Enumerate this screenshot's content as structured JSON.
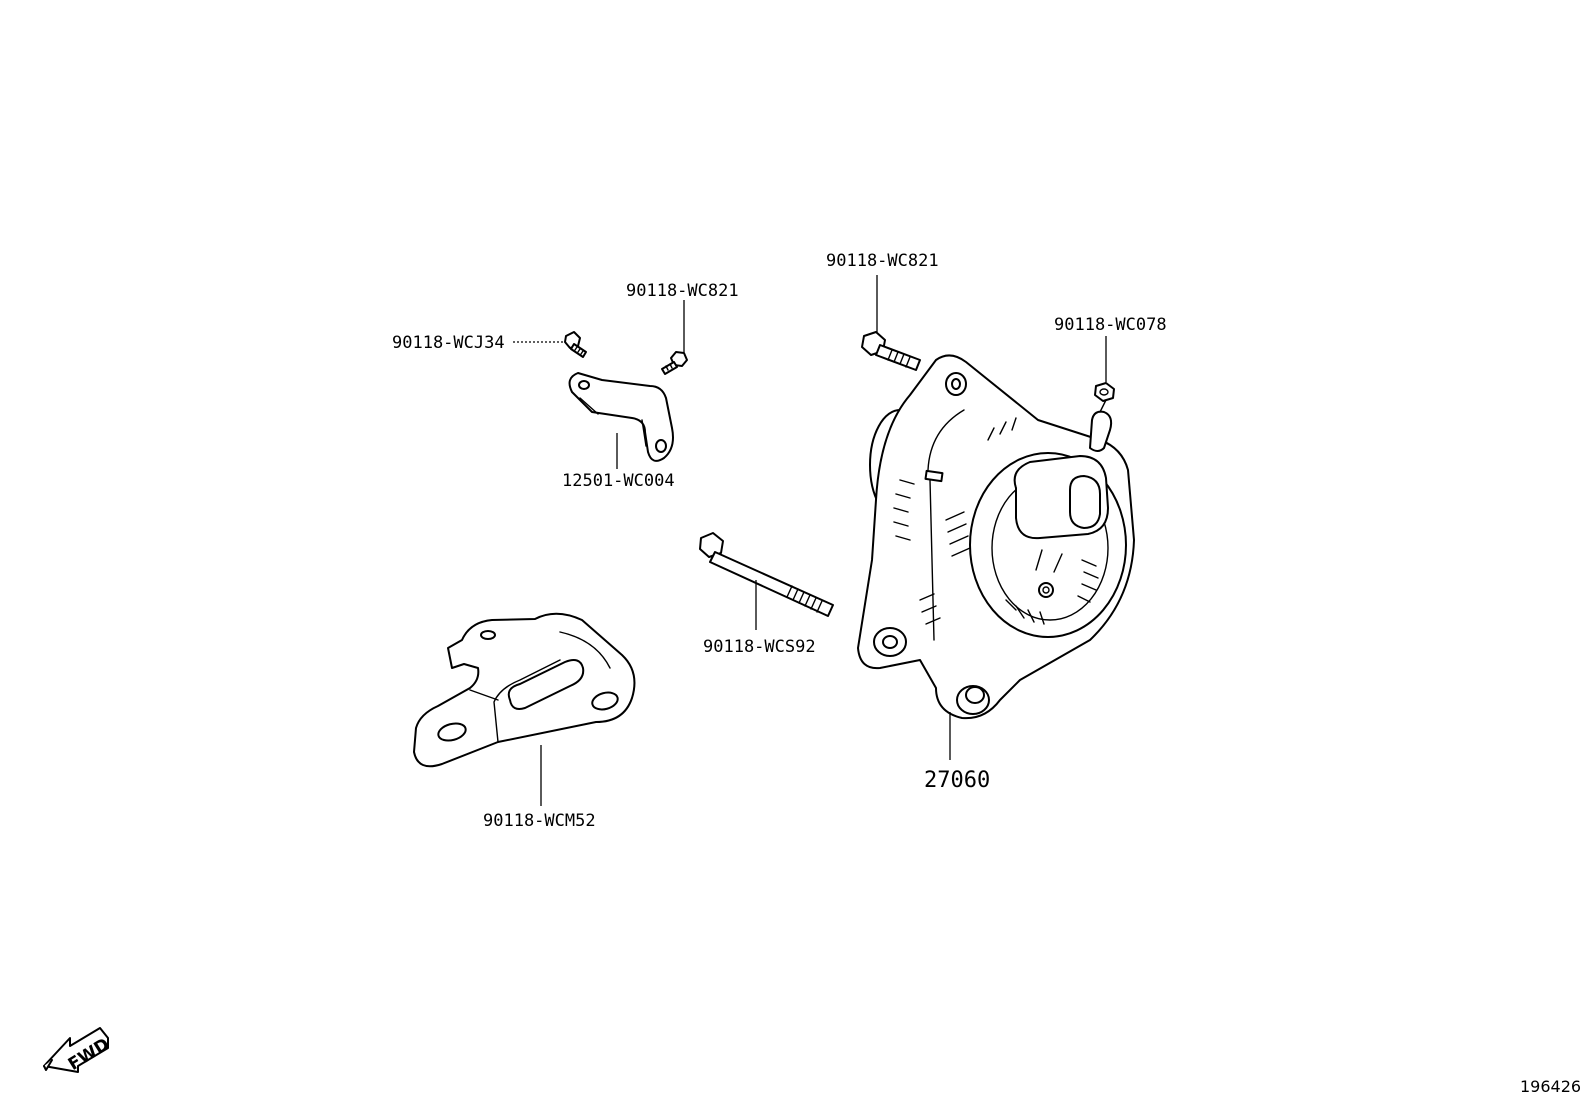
{
  "callouts": {
    "bolt_wcj34": "90118-WCJ34",
    "bolt_wc821_small": "90118-WC821",
    "bracket_wc004": "12501-WC004",
    "bolt_wc821_large": "90118-WC821",
    "nut_wc078": "90118-WC078",
    "bolt_wcs92": "90118-WCS92",
    "bracket_wcm52": "90118-WCM52",
    "alternator": "27060"
  },
  "fwd_label": "FWD",
  "figure_number": "196426"
}
